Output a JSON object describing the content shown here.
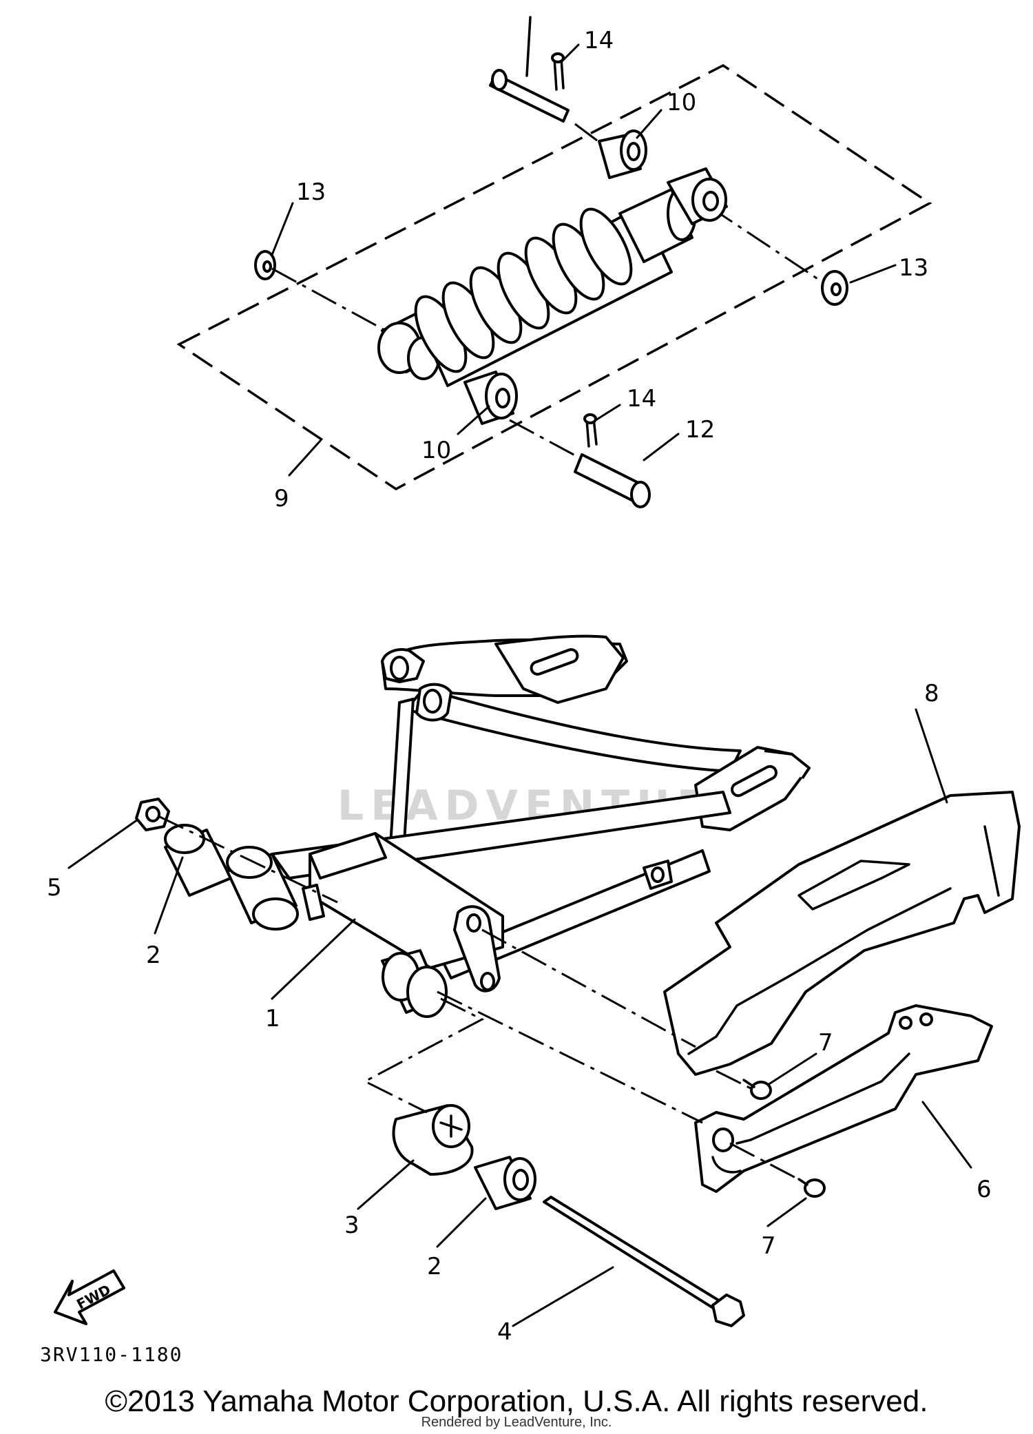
{
  "callouts": {
    "c14_top": "14",
    "c10_top": "10",
    "c13_left": "13",
    "c13_right": "13",
    "c14_mid": "14",
    "c12": "12",
    "c10_bottom": "10",
    "c9": "9",
    "c8": "8",
    "c5": "5",
    "c2_left": "2",
    "c1": "1",
    "c7_upper": "7",
    "c7_lower": "7",
    "c6": "6",
    "c3": "3",
    "c2_bottom": "2",
    "c4": "4"
  },
  "fwd_label": "FWD",
  "watermark": "LEADVENTURE",
  "diagram_code": "3RV110-1180",
  "copyright": "©2013 Yamaha Motor Corporation, U.S.A. All rights reserved.",
  "rendered_by": "Rendered by LeadVenture, Inc."
}
